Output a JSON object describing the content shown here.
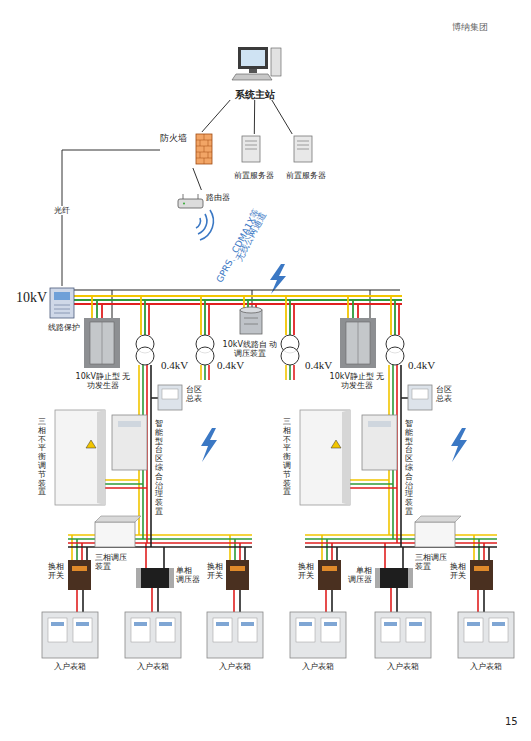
{
  "diagram": {
    "nodes": [
      {
        "text": [
          "系统主站"
        ]
      },
      {
        "text": [
          "防火墙"
        ]
      },
      {
        "text": [
          "前置服务器"
        ]
      },
      {
        "text": [
          "前置服务器"
        ]
      },
      {
        "text": [
          "路由器"
        ]
      },
      {
        "text": [
          "线路保护"
        ]
      },
      {
        "text": [
          "10kV静止型 无功发生器"
        ]
      },
      {
        "text": [
          "10kV线路自 动调压装置"
        ]
      },
      {
        "text": [
          "10kV静止型 无功发生器"
        ]
      },
      {
        "text": [
          "台区 总表"
        ]
      },
      {
        "text": [
          "台区 总表"
        ]
      },
      {
        "text": [
          "三相不平衡调节装置"
        ]
      },
      {
        "text": [
          "智能型台区综合治理装置"
        ]
      },
      {
        "text": [
          "三相不平衡调节装置"
        ]
      },
      {
        "text": [
          "智能型台区综合治理装置"
        ]
      },
      {
        "text": [
          "换相 开关"
        ]
      },
      {
        "text": [
          "三相调压 装置"
        ]
      },
      {
        "text": [
          "单相 调压器"
        ]
      },
      {
        "text": [
          "换相 开关"
        ]
      },
      {
        "text": [
          "换相 开关"
        ]
      },
      {
        "text": [
          "单相 调压器"
        ]
      },
      {
        "text": [
          "三相调压 装置"
        ]
      },
      {
        "text": [
          "换相 开关"
        ]
      },
      {
        "text": [
          "入户表箱"
        ]
      },
      {
        "text": [
          "入户表箱"
        ]
      },
      {
        "text": [
          "入户表箱"
        ]
      },
      {
        "text": [
          "入户表箱"
        ]
      },
      {
        "text": [
          "入户表箱"
        ]
      },
      {
        "text": [
          "入户表箱"
        ]
      }
    ],
    "edges": [
      {
        "from": 0,
        "to": 1,
        "arrow": "none"
      },
      {
        "from": 0,
        "to": 2,
        "arrow": "none"
      },
      {
        "from": 0,
        "to": 3,
        "arrow": "none"
      },
      {
        "from": 1,
        "to": 4,
        "arrow": "none"
      },
      {
        "from": 1,
        "to": 5,
        "label": "光纤",
        "arrow": "none"
      }
    ],
    "labels": [
      "博纳集团",
      "无线公网通道",
      "GPRS、CDMA1X等",
      "10kV",
      "0.4kV",
      "0.4kV",
      "0.4kV",
      "0.4kV",
      "15"
    ]
  }
}
